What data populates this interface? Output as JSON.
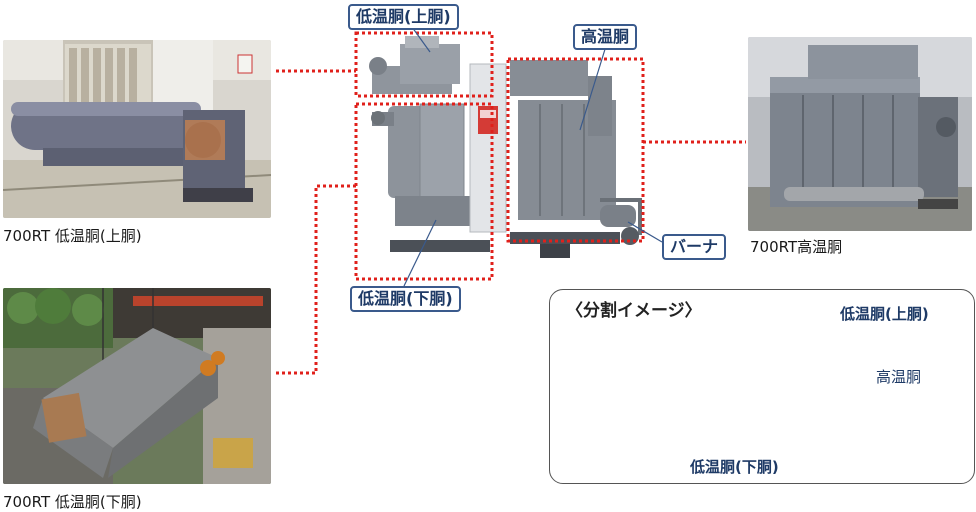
{
  "photos": [
    {
      "caption": "700RT 低温胴(上胴)"
    },
    {
      "caption": "700RT 低温胴(下胴)"
    },
    {
      "caption": "700RT高温胴"
    }
  ],
  "diagram": {
    "label_upper": "低温胴(上胴)",
    "label_high": "高温胴",
    "label_lower": "低温胴(下胴)",
    "label_burner": "バーナ"
  },
  "split": {
    "title": "〈分割イメージ〉",
    "label_upper": "低温胴(上胴)",
    "label_high": "高温胴",
    "label_lower": "低温胴(下胴)"
  },
  "colors": {
    "dotted_frame": "#e0201b",
    "tag_border": "#3a5a8c",
    "legend_shape": "#a9dcec",
    "arrow_gray": "#8c8c8c",
    "arrow_green": "#3aa33a"
  }
}
